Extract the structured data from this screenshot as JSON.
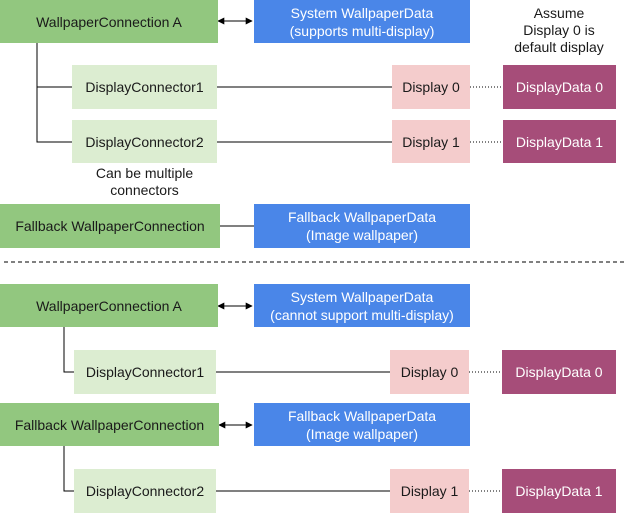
{
  "top": {
    "connection_a": "WallpaperConnection A",
    "system_data": "System WallpaperData\n(supports multi-display)",
    "assume_note": "Assume\nDisplay 0 is\ndefault display",
    "connector1": "DisplayConnector1",
    "connector2": "DisplayConnector2",
    "display0": "Display 0",
    "display1": "Display 1",
    "displaydata0": "DisplayData 0",
    "displaydata1": "DisplayData 1",
    "multiple_note": "Can be multiple\nconnectors",
    "fallback_connection": "Fallback WallpaperConnection",
    "fallback_data": "Fallback WallpaperData\n(Image wallpaper)"
  },
  "bottom": {
    "connection_a": "WallpaperConnection A",
    "system_data": "System WallpaperData\n(cannot support multi-display)",
    "connector1": "DisplayConnector1",
    "display0": "Display 0",
    "displaydata0": "DisplayData 0",
    "fallback_connection": "Fallback WallpaperConnection",
    "fallback_data": "Fallback WallpaperData\n(Image wallpaper)",
    "connector2": "DisplayConnector2",
    "display1": "Display 1",
    "displaydata1": "DisplayData 1"
  },
  "colors": {
    "connection": "#92c77f",
    "display_connector": "#dcedd1",
    "wallpaper_data": "#4a86e8",
    "display": "#f4cccc",
    "display_data": "#a64d79"
  }
}
